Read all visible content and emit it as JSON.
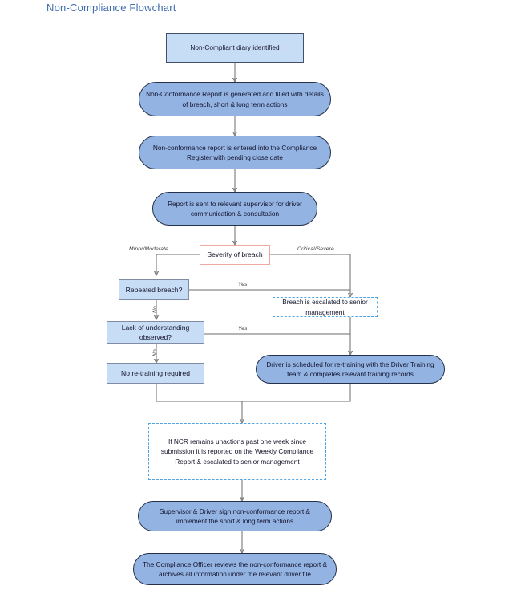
{
  "title": "Non-Compliance Flowchart",
  "colors": {
    "title": "#3f6db0",
    "rect_fill": "#c7dcf5",
    "round_fill": "#93b3e3",
    "decision_border": "#f0a9a0",
    "dashed_border": "#4fa3e3",
    "connector": "#6b6b6b"
  },
  "nodes": {
    "start": "Non-Compliant diary identified",
    "ncr_generated": "Non-Conformance Report is generated and filled with details of breach, short & long term actions",
    "register_entered": "Non-conformance report is entered into the Compliance Register with pending close date",
    "sent_supervisor": "Report is sent to relevant supervisor for driver communication & consultation",
    "severity": "Severity of breach",
    "repeated_breach": "Repeated breach?",
    "escalated": "Breach is escalated to senior management",
    "lack_understanding": "Lack of understanding observed?",
    "no_retraining": "No re-training required",
    "retraining": "Driver is scheduled for re-training with the Driver Training team & completes relevant training records",
    "unactioned": "If NCR remains unactions past one week since submission it is reported on the Weekly Compliance Report & escalated to senior management",
    "sign_implement": "Supervisor & Driver sign non-conformance report & implement the short & long term actions",
    "archive": "The Compliance Officer reviews the non-conformance report & archives all information under the relevant driver file"
  },
  "edge_labels": {
    "minor_moderate": "Minor/Moderate",
    "critical_severe": "Critical/Severe",
    "yes_repeated": "Yes",
    "no_repeated": "No",
    "yes_lack": "Yes",
    "no_lack": "No"
  },
  "chart_data": {
    "type": "diagram",
    "title": "Non-Compliance Flowchart",
    "diagram_kind": "flowchart",
    "orientation": "top-to-bottom",
    "nodes": [
      {
        "id": "start",
        "shape": "rectangle",
        "label": "Non-Compliant diary identified"
      },
      {
        "id": "ncr_generated",
        "shape": "rounded",
        "label": "Non-Conformance Report is generated and filled with details of breach, short & long term actions"
      },
      {
        "id": "register_entered",
        "shape": "rounded",
        "label": "Non-conformance report is entered into the Compliance Register with pending close date"
      },
      {
        "id": "sent_supervisor",
        "shape": "rounded",
        "label": "Report is sent to relevant supervisor for driver communication & consultation"
      },
      {
        "id": "severity",
        "shape": "decision",
        "label": "Severity of breach"
      },
      {
        "id": "repeated_breach",
        "shape": "rectangle",
        "label": "Repeated breach?"
      },
      {
        "id": "escalated",
        "shape": "dashed",
        "label": "Breach is escalated to senior management"
      },
      {
        "id": "lack_understanding",
        "shape": "rectangle",
        "label": "Lack of understanding observed?"
      },
      {
        "id": "no_retraining",
        "shape": "rectangle",
        "label": "No re-training required"
      },
      {
        "id": "retraining",
        "shape": "rounded",
        "label": "Driver is scheduled for re-training with the Driver Training team & completes relevant training records"
      },
      {
        "id": "unactioned",
        "shape": "dashed",
        "label": "If NCR remains unactions past one week since submission it is reported on the Weekly Compliance Report & escalated to senior management"
      },
      {
        "id": "sign_implement",
        "shape": "rounded",
        "label": "Supervisor & Driver sign non-conformance report & implement the short & long term actions"
      },
      {
        "id": "archive",
        "shape": "rounded",
        "label": "The Compliance Officer reviews the non-conformance report & archives all information under the relevant driver file"
      }
    ],
    "edges": [
      {
        "from": "start",
        "to": "ncr_generated",
        "label": ""
      },
      {
        "from": "ncr_generated",
        "to": "register_entered",
        "label": ""
      },
      {
        "from": "register_entered",
        "to": "sent_supervisor",
        "label": ""
      },
      {
        "from": "sent_supervisor",
        "to": "severity",
        "label": ""
      },
      {
        "from": "severity",
        "to": "repeated_breach",
        "label": "Minor/Moderate"
      },
      {
        "from": "severity",
        "to": "escalated",
        "label": "Critical/Severe"
      },
      {
        "from": "repeated_breach",
        "to": "escalated",
        "label": "Yes"
      },
      {
        "from": "repeated_breach",
        "to": "lack_understanding",
        "label": "No"
      },
      {
        "from": "lack_understanding",
        "to": "retraining",
        "label": "Yes"
      },
      {
        "from": "lack_understanding",
        "to": "no_retraining",
        "label": "No"
      },
      {
        "from": "escalated",
        "to": "retraining",
        "label": ""
      },
      {
        "from": "no_retraining",
        "to": "unactioned",
        "label": ""
      },
      {
        "from": "retraining",
        "to": "unactioned",
        "label": ""
      },
      {
        "from": "unactioned",
        "to": "sign_implement",
        "label": ""
      },
      {
        "from": "sign_implement",
        "to": "archive",
        "label": ""
      }
    ]
  }
}
